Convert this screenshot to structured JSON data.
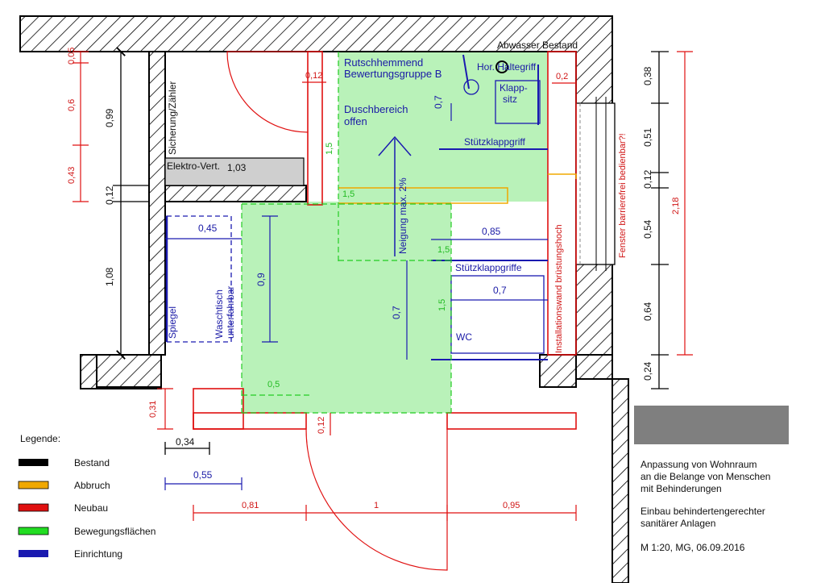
{
  "plan": {
    "room_labels": {
      "sicherung": "Sicherung/Zähler",
      "elektro": "Elektro-Vert.",
      "abwasser": "Abwasser Bestand",
      "rutsch_1": "Rutschhemmend",
      "rutsch_2": "Bewertungsgruppe B",
      "dusch_1": "Duschbereich",
      "dusch_2": "offen",
      "haltegriff": "Hor. Haltegriff",
      "klapp_1": "Klapp-",
      "klapp_2": "sitz",
      "stuetz1": "Stützklappgriff",
      "stuetz2": "Stützklappgriffe",
      "neigung": "Neigung max. 2%",
      "installationswand": "Installationswand brüstungshoch",
      "fenster": "Fenster barrierefrei bedienbar?!",
      "spiegel": "Spiegel",
      "waschtisch_1": "Waschtisch",
      "waschtisch_2": "unterfahrbar",
      "wc": "WC"
    },
    "dims_black": {
      "d099": "0,99",
      "d012": "0,12",
      "d108": "1,08",
      "d103": "1,03",
      "d034": "0,34",
      "r038": "0,38",
      "r051": "0,51",
      "r012": "0,12",
      "r054": "0,54",
      "r064": "0,64",
      "r024": "0,24"
    },
    "dims_red": {
      "d005": "0,05",
      "d06": "0,6",
      "d043": "0,43",
      "d012a": "0,12",
      "d02": "0,2",
      "d218": "2,18",
      "d031": "0,31",
      "d012b": "0,12",
      "d081": "0,81",
      "d1": "1",
      "d095": "0,95"
    },
    "dims_blue": {
      "d045": "0,45",
      "d09": "0,9",
      "d07a": "0,7",
      "d085": "0,85",
      "d07b": "0,7",
      "d07c": "0,7",
      "d055": "0,55"
    },
    "dims_green": {
      "g15a": "1,5",
      "g15b": "1,5",
      "g15c": "1,5",
      "g15d": "1,5",
      "g05": "0,5"
    }
  },
  "legend": {
    "title": "Legende:",
    "items": [
      {
        "label": "Bestand",
        "color": "#000000"
      },
      {
        "label": "Abbruch",
        "color": "#f0a800"
      },
      {
        "label": "Neubau",
        "color": "#e01010"
      },
      {
        "label": "Bewegungsflächen",
        "color": "#22dd22"
      },
      {
        "label": "Einrichtung",
        "color": "#1a1ab0"
      }
    ]
  },
  "info": {
    "line1": "Anpassung von Wohnraum",
    "line2": "an die Belange von Menschen",
    "line3": "mit Behinderungen",
    "line4": "Einbau behindertengerechter",
    "line5": "sanitärer Anlagen",
    "line6": "M 1:20, MG, 06.09.2016"
  },
  "colors": {
    "bestand": "#000000",
    "abbruch": "#f0a800",
    "neubau": "#e01010",
    "bewegung": "#22dd22",
    "bewegung_fill": "#b9f2b9",
    "einrichtung": "#1a1ab0",
    "stamp": "#7f7f7f"
  }
}
